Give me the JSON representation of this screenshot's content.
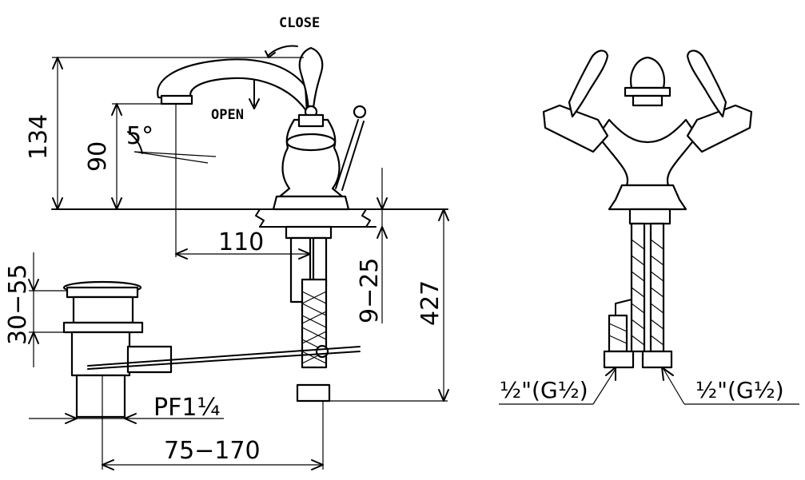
{
  "labels": {
    "close": "CLOSE",
    "open": "OPEN",
    "angle": "5°"
  },
  "dimensions": {
    "spout_height": "134",
    "aerator_height": "90",
    "reach": "110",
    "deck_thickness": "9−25",
    "total_height": "427",
    "waste_adjust": "30−55",
    "drain_thread": "PF1¼",
    "drain_distance": "75−170"
  },
  "connections": {
    "left_inlet": "½\"(G½)",
    "right_inlet": "½\"(G½)"
  }
}
